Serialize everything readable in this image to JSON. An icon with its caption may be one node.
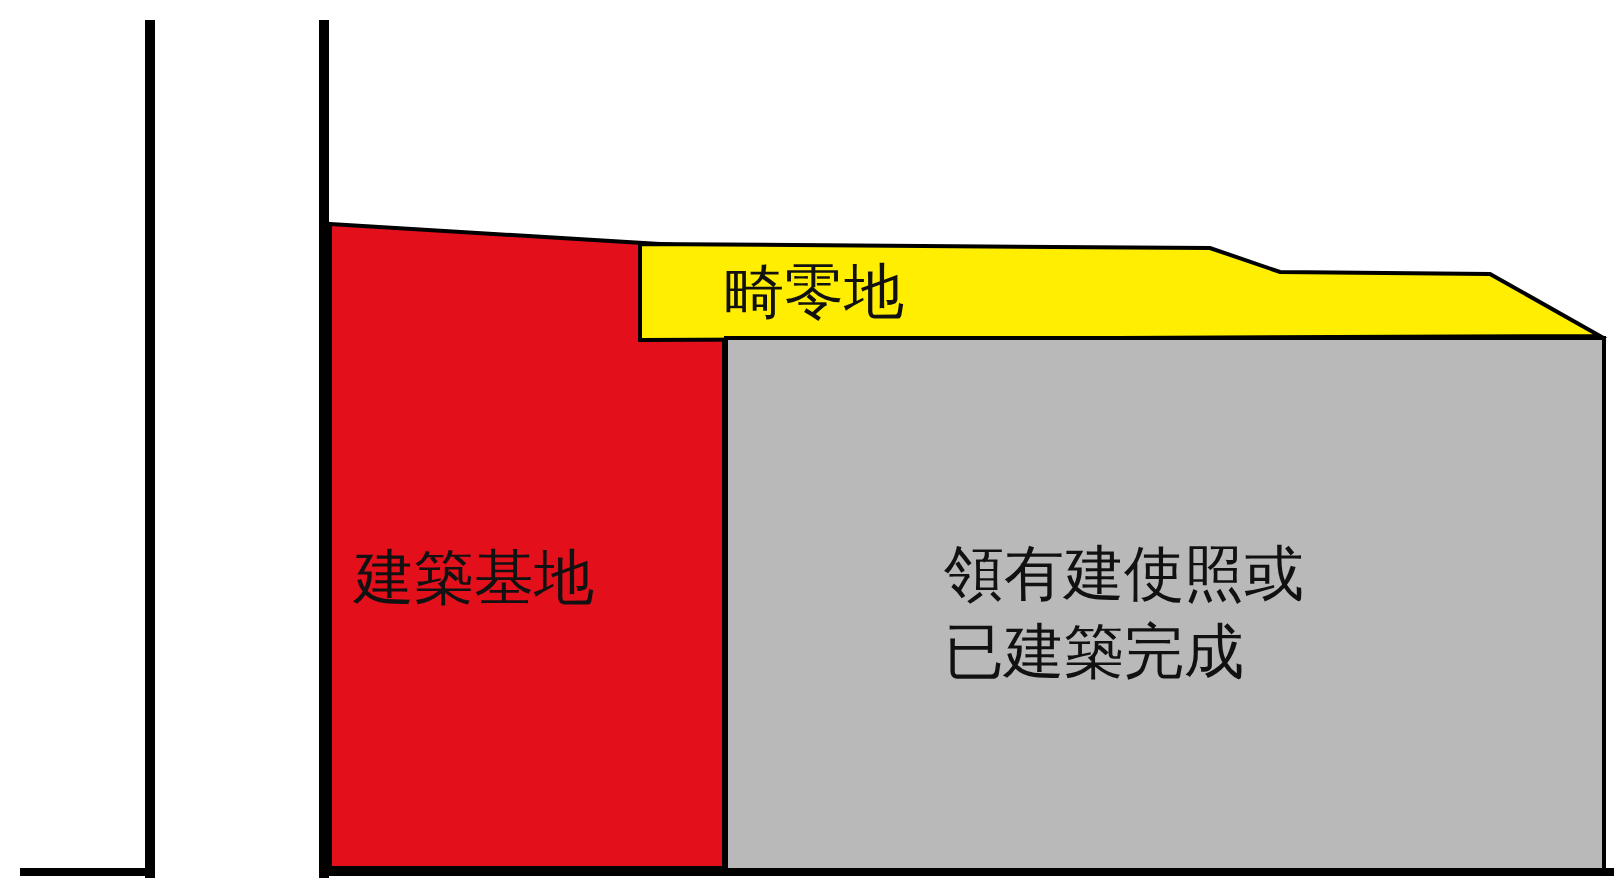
{
  "diagram": {
    "nodes": [
      {
        "text": [
          "建築基地"
        ]
      },
      {
        "text": [
          "畸零地"
        ]
      },
      {
        "text": [
          "領有建使照或已建築完成"
        ]
      }
    ]
  }
}
